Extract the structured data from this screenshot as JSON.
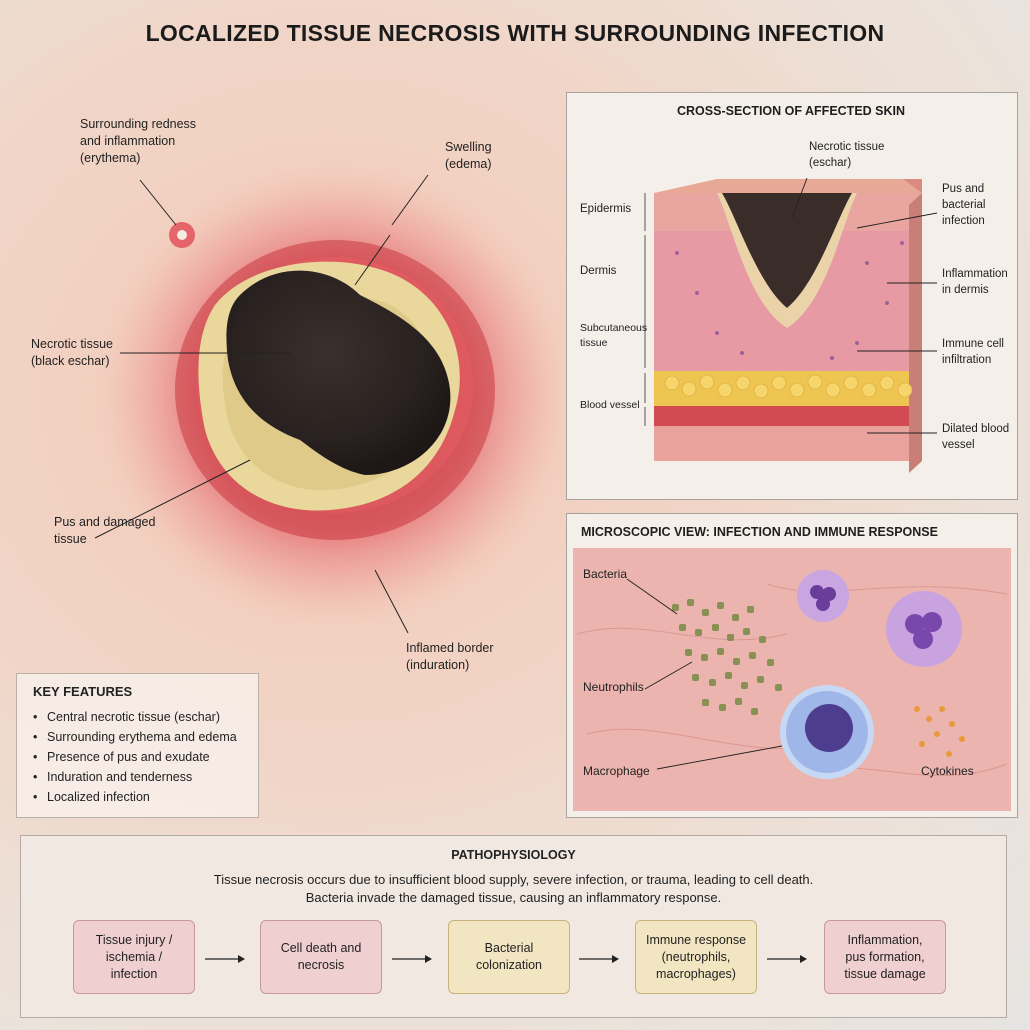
{
  "title": "LOCALIZED TISSUE NECROSIS WITH SURROUNDING INFECTION",
  "main_labels": {
    "erythema": [
      "Surrounding redness",
      "and inflammation",
      "(erythema)"
    ],
    "edema": [
      "Swelling",
      "(edema)"
    ],
    "eschar": [
      "Necrotic tissue",
      "(black eschar)"
    ],
    "pus": [
      "Pus and damaged",
      "tissue"
    ],
    "induration": [
      "Inflamed border",
      "(induration)"
    ]
  },
  "key_features": {
    "heading": "KEY FEATURES",
    "items": [
      "Central necrotic tissue (eschar)",
      "Surrounding erythema and edema",
      "Presence of pus and exudate",
      "Induration and tenderness",
      "Localized infection"
    ]
  },
  "cross_section": {
    "title": "CROSS-SECTION OF AFFECTED SKIN",
    "layers": {
      "epidermis": "Epidermis",
      "dermis": "Dermis",
      "subcutaneous": [
        "Subcutaneous",
        "tissue"
      ],
      "blood_vessel": "Blood vessel"
    },
    "callouts": {
      "necrotic": [
        "Necrotic tissue",
        "(eschar)"
      ],
      "pus": [
        "Pus and",
        "bacterial",
        "infection"
      ],
      "inflammation": [
        "Inflammation",
        "in dermis"
      ],
      "immune": [
        "Immune cell",
        "infiltration"
      ],
      "vessel": [
        "Dilated blood",
        "vessel"
      ]
    }
  },
  "microscopic": {
    "title": "MICROSCOPIC VIEW: INFECTION AND IMMUNE RESPONSE",
    "labels": {
      "bacteria": "Bacteria",
      "neutrophils": "Neutrophils",
      "macrophage": "Macrophage",
      "cytokines": "Cytokines"
    }
  },
  "pathophysiology": {
    "heading": "PATHOPHYSIOLOGY",
    "description": [
      "Tissue necrosis occurs due to insufficient blood supply, severe infection, or trauma, leading to cell death.",
      "Bacteria invade the damaged tissue, causing an inflammatory response."
    ],
    "steps": [
      {
        "lines": [
          "Tissue injury /",
          "ischemia /",
          "infection"
        ],
        "tone": "pink"
      },
      {
        "lines": [
          "Cell death and",
          "necrosis"
        ],
        "tone": "pink"
      },
      {
        "lines": [
          "Bacterial",
          "colonization"
        ],
        "tone": "yellow"
      },
      {
        "lines": [
          "Immune response",
          "(neutrophils,",
          "macrophages)"
        ],
        "tone": "yellow"
      },
      {
        "lines": [
          "Inflammation,",
          "pus formation,",
          "tissue damage"
        ],
        "tone": "pink"
      }
    ]
  },
  "colors": {
    "eschar": "#2b2422",
    "pus": "#e8d79a",
    "inflamed": "#d7434a",
    "skin": "#f1d3c4",
    "fat": "#f1c64a",
    "vessel": "#c8444b"
  }
}
